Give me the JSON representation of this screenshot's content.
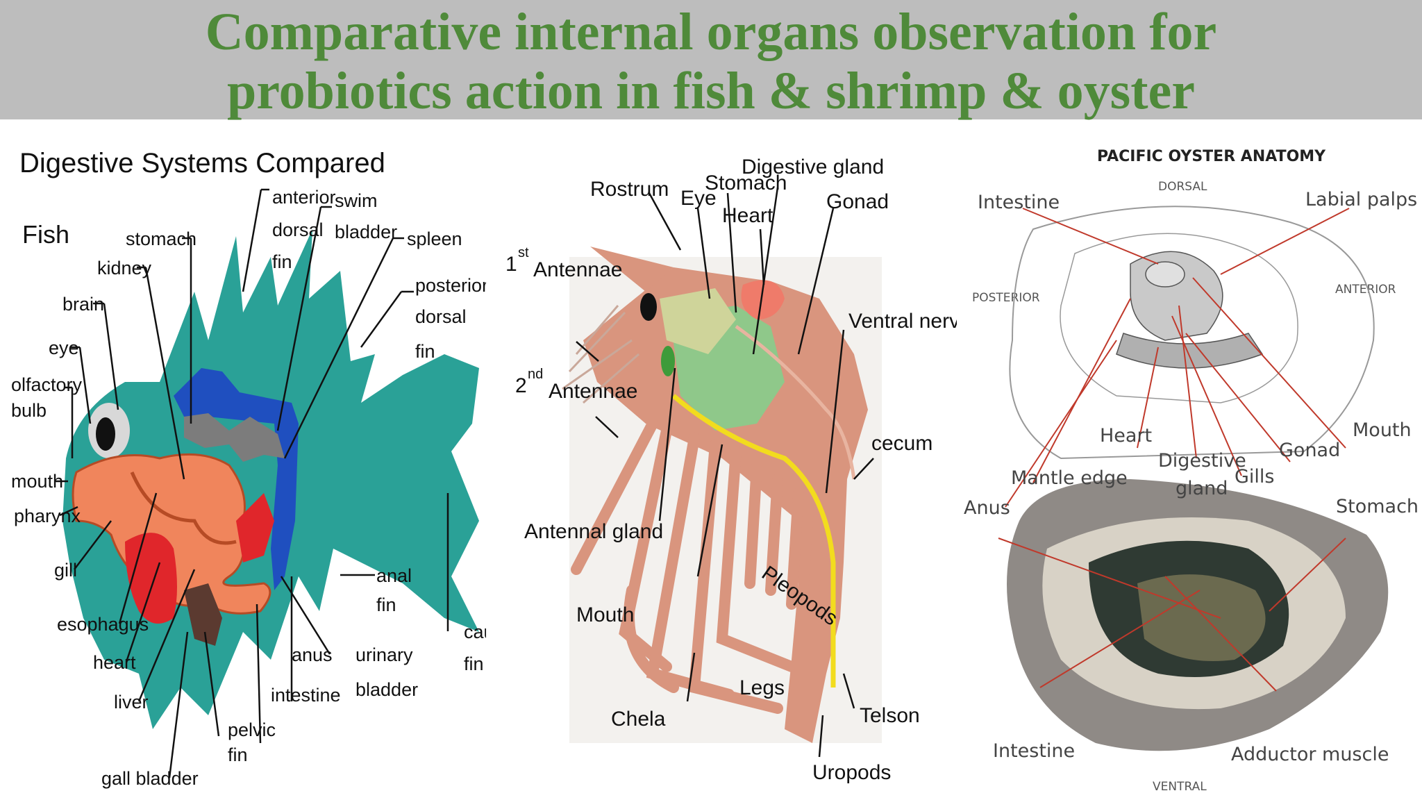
{
  "title": {
    "line1": "Comparative internal organs observation for",
    "line2": "probiotics action in fish & shrimp & oyster"
  },
  "fish": {
    "heading": "Digestive Systems Compared",
    "subheading": "Fish",
    "labels": {
      "stomach": "stomach",
      "kidney": "kidney",
      "brain": "brain",
      "eye": "eye",
      "olfactory_1": "olfactory",
      "olfactory_2": "bulb",
      "mouth": "mouth",
      "pharynx": "pharynx",
      "gill": "gill",
      "esophagus": "esophagus",
      "heart": "heart",
      "liver": "liver",
      "gall_bladder": "gall bladder",
      "pelvic_1": "pelvic",
      "pelvic_2": "fin",
      "intestine": "intestine",
      "anus": "anus",
      "urinary_1": "urinary",
      "urinary_2": "bladder",
      "anal_1": "anal",
      "anal_2": "fin",
      "caudal_1": "caudal",
      "caudal_2": "fin",
      "anterior_1": "anterior",
      "anterior_2": "dorsal",
      "anterior_3": "fin",
      "swim_1": "swim",
      "swim_2": "bladder",
      "spleen": "spleen",
      "posterior_1": "posterior",
      "posterior_2": "dorsal",
      "posterior_3": "fin"
    }
  },
  "shrimp": {
    "labels": {
      "rostrum": "Rostrum",
      "eye": "Eye",
      "stomach": "Stomach",
      "digestive_gland": "Digestive gland",
      "heart": "Heart",
      "gonad": "Gonad",
      "antennae1_sup": "st",
      "antennae1_num": "1",
      "antennae1": "Antennae",
      "antennae2_num": "2",
      "antennae2_sup": "nd",
      "antennae2": "Antennae",
      "ventral_nerve_cord": "Ventral nerve cord",
      "cecum": "cecum",
      "antennal_gland": "Antennal gland",
      "mouth": "Mouth",
      "pleopods": "Pleopods",
      "legs": "Legs",
      "chela": "Chela",
      "telson": "Telson",
      "uropods": "Uropods"
    }
  },
  "oyster": {
    "heading": "PACIFIC OYSTER ANATOMY",
    "directions": {
      "dorsal": "DORSAL",
      "posterior": "POSTERIOR",
      "anterior": "ANTERIOR",
      "ventral": "VENTRAL"
    },
    "labels": {
      "intestine_top": "Intestine",
      "labial_palps": "Labial palps",
      "heart": "Heart",
      "mouth": "Mouth",
      "gonad": "Gonad",
      "digestive_1": "Digestive",
      "digestive_2": "gland",
      "gills": "Gills",
      "mantle_edge": "Mantle edge",
      "anus": "Anus",
      "stomach": "Stomach",
      "intestine_bottom": "Intestine",
      "adductor_muscle": "Adductor muscle"
    }
  },
  "colors": {
    "title_text": "#4f8a3a",
    "title_band": "#bdbdbd",
    "fish_body": "#2aa197",
    "fish_blue": "#1f4fbf",
    "fish_gut": "#f0855c",
    "shrimp_body": "#d9957e",
    "shrimp_gland": "#8fc88a",
    "shrimp_nerve": "#f2dc1e",
    "oyster_line": "#c0392b"
  }
}
